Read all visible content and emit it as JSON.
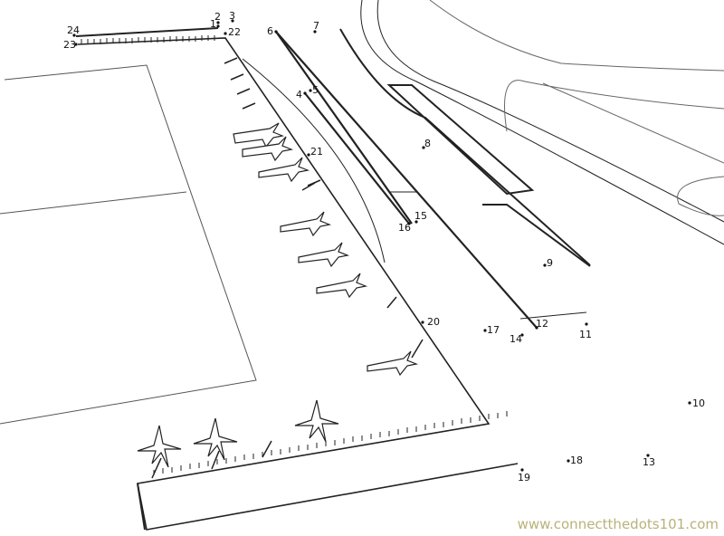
{
  "dots": [
    "1",
    "2",
    "3",
    "4",
    "5",
    "6",
    "7",
    "8",
    "9",
    "10",
    "11",
    "12",
    "13",
    "14",
    "15",
    "16",
    "17",
    "18",
    "19",
    "20",
    "21",
    "22",
    "23",
    "24"
  ],
  "watermark": "www.connectthedots101.com"
}
